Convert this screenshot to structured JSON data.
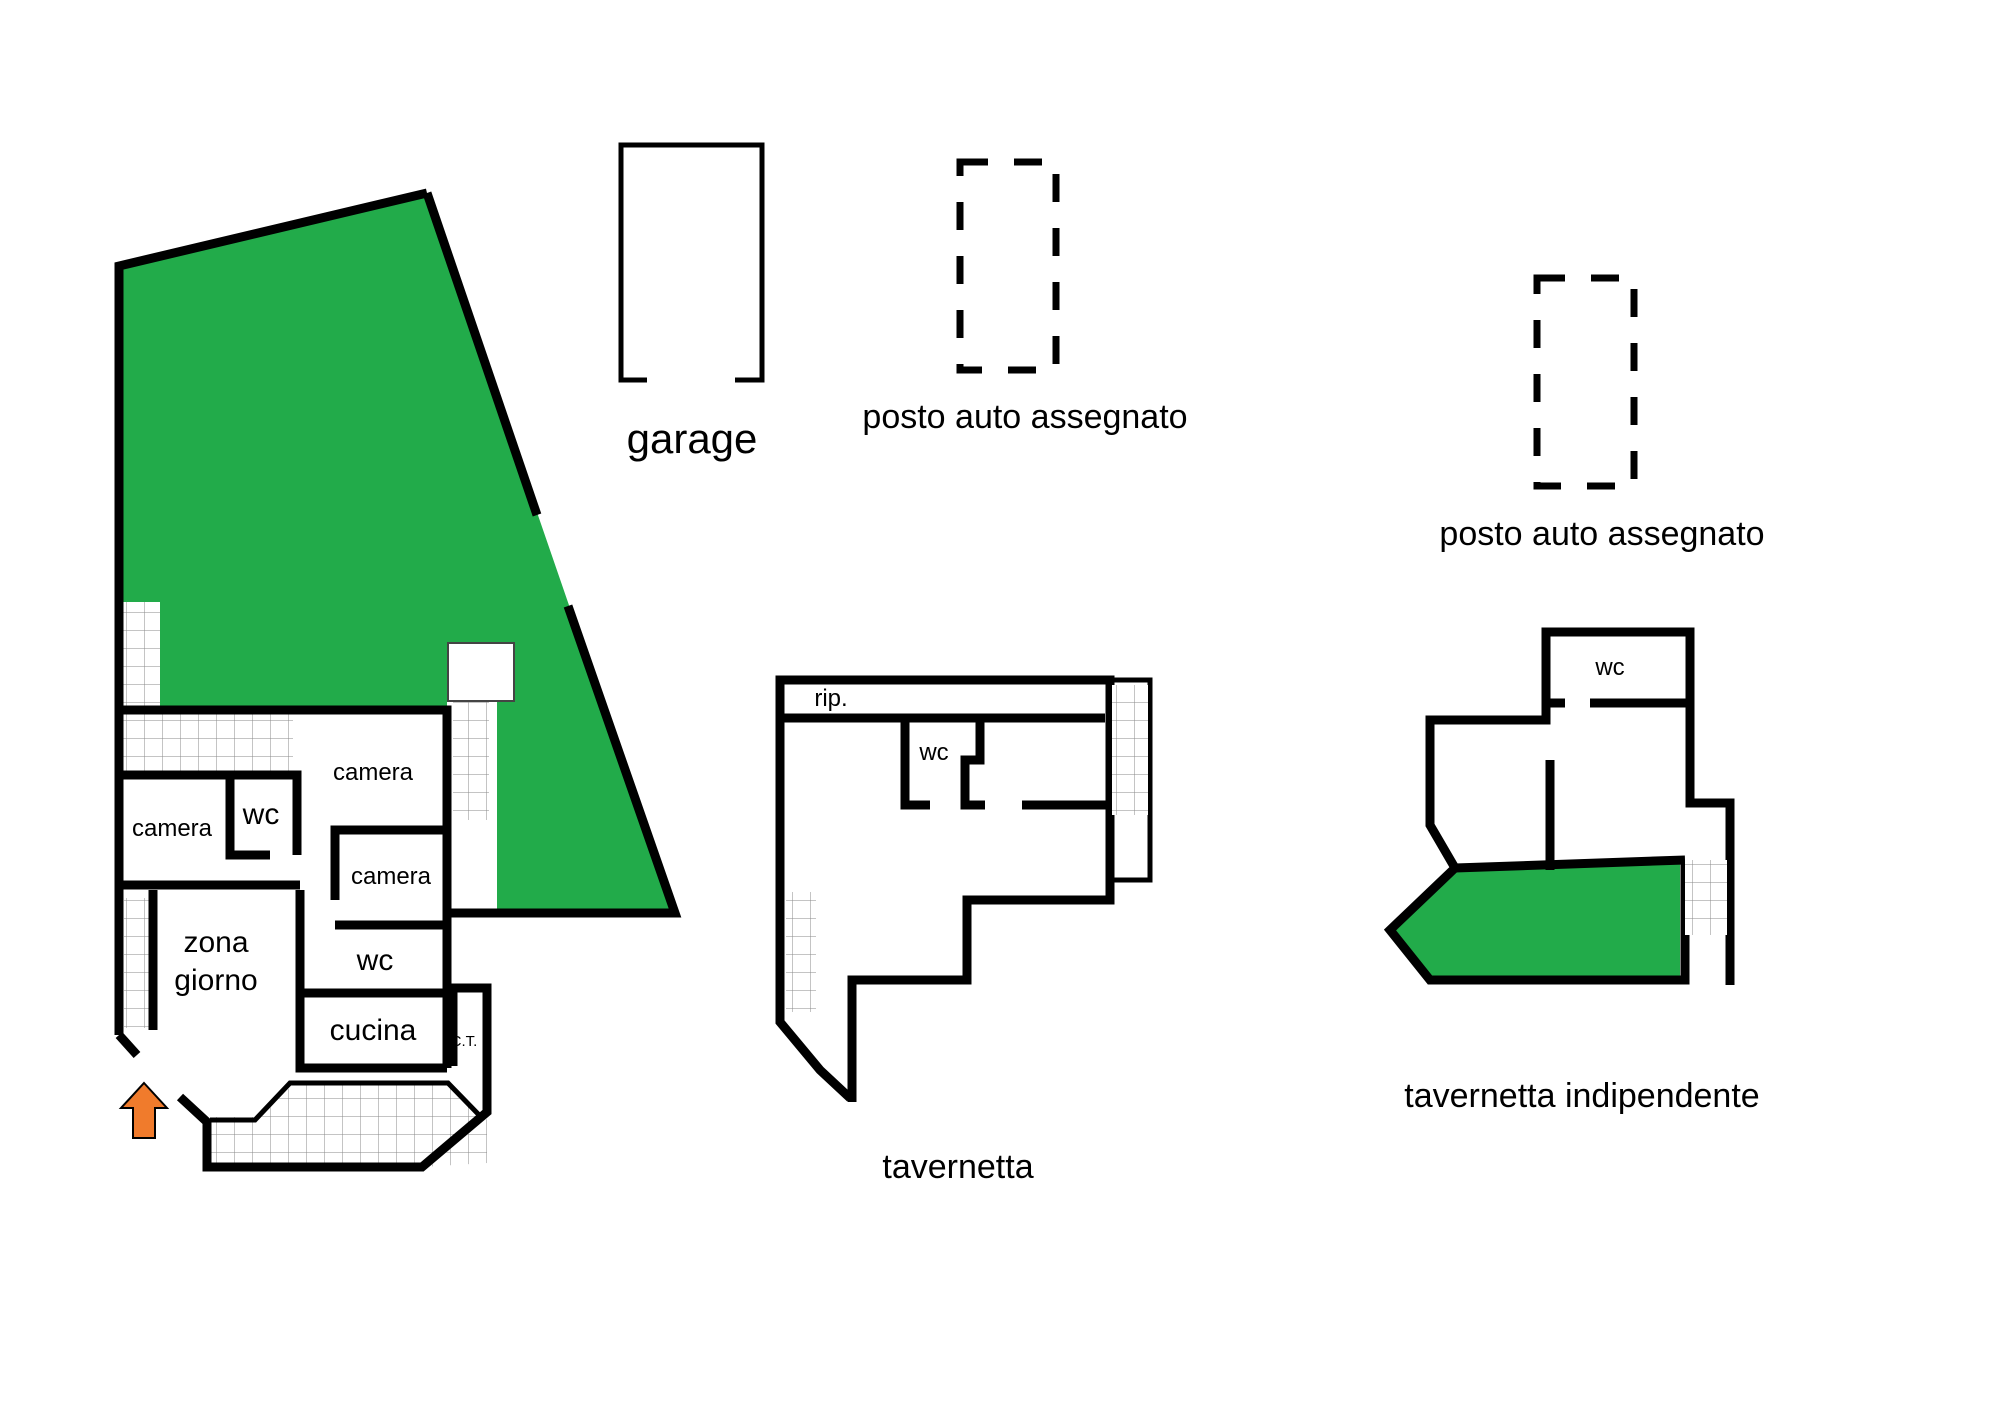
{
  "colors": {
    "garden": "#22ab4a",
    "entry_arrow": "#f07b2c",
    "wall": "#000000"
  },
  "icons": {
    "entry": "entry-arrow-icon"
  },
  "labels": {
    "garage": "garage",
    "posto_auto_1": "posto auto assegnato",
    "posto_auto_2": "posto auto assegnato",
    "tavernetta": "tavernetta",
    "tavernetta_indipendente": "tavernetta indipendente"
  },
  "rooms": {
    "camera_left": "camera",
    "wc_small": "wc",
    "camera_top": "camera",
    "camera_middle": "camera",
    "zona_giorno_1": "zona",
    "zona_giorno_2": "giorno",
    "wc_main": "wc",
    "cucina": "cucina",
    "ct": "C.T.",
    "rip": "rip.",
    "wc_tavernetta": "wc",
    "wc_indipendente": "wc"
  }
}
